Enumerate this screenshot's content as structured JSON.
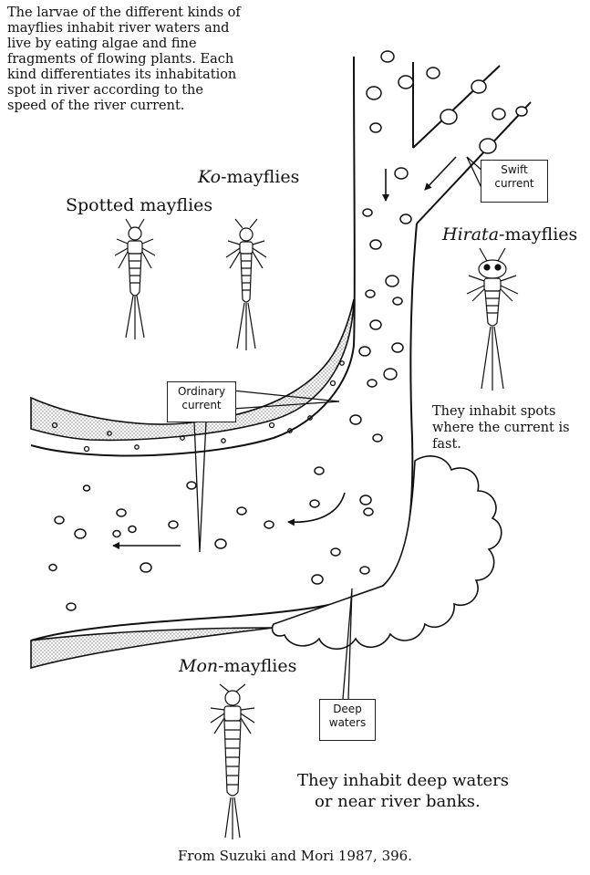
{
  "intro_text": "The larvae of the different kinds of mayflies inhabit river waters and live by eating algae and fine fragments of flowing plants. Each kind differentiates its inhabitation spot in river according to the speed of the river current.",
  "labels": {
    "ko_italic": "Ko",
    "ko_rest": "-mayflies",
    "spotted": "Spotted mayflies",
    "hirata_italic": "Hirata",
    "hirata_rest": "-mayflies",
    "mon_italic": "Mon",
    "mon_rest": "-mayflies"
  },
  "callouts": {
    "swift_line1": "Swift",
    "swift_line2": "current",
    "ordinary_line1": "Ordinary",
    "ordinary_line2": "current",
    "deep_line1": "Deep",
    "deep_line2": "waters"
  },
  "captions": {
    "fast_current": "They inhabit spots where the current is fast.",
    "deep_line1": "They inhabit deep waters",
    "deep_line2": "or near river banks."
  },
  "source": "From Suzuki and Mori 1987, 396.",
  "colors": {
    "ink": "#111111",
    "paper": "#ffffff",
    "stipple": "#9a9a9a"
  }
}
